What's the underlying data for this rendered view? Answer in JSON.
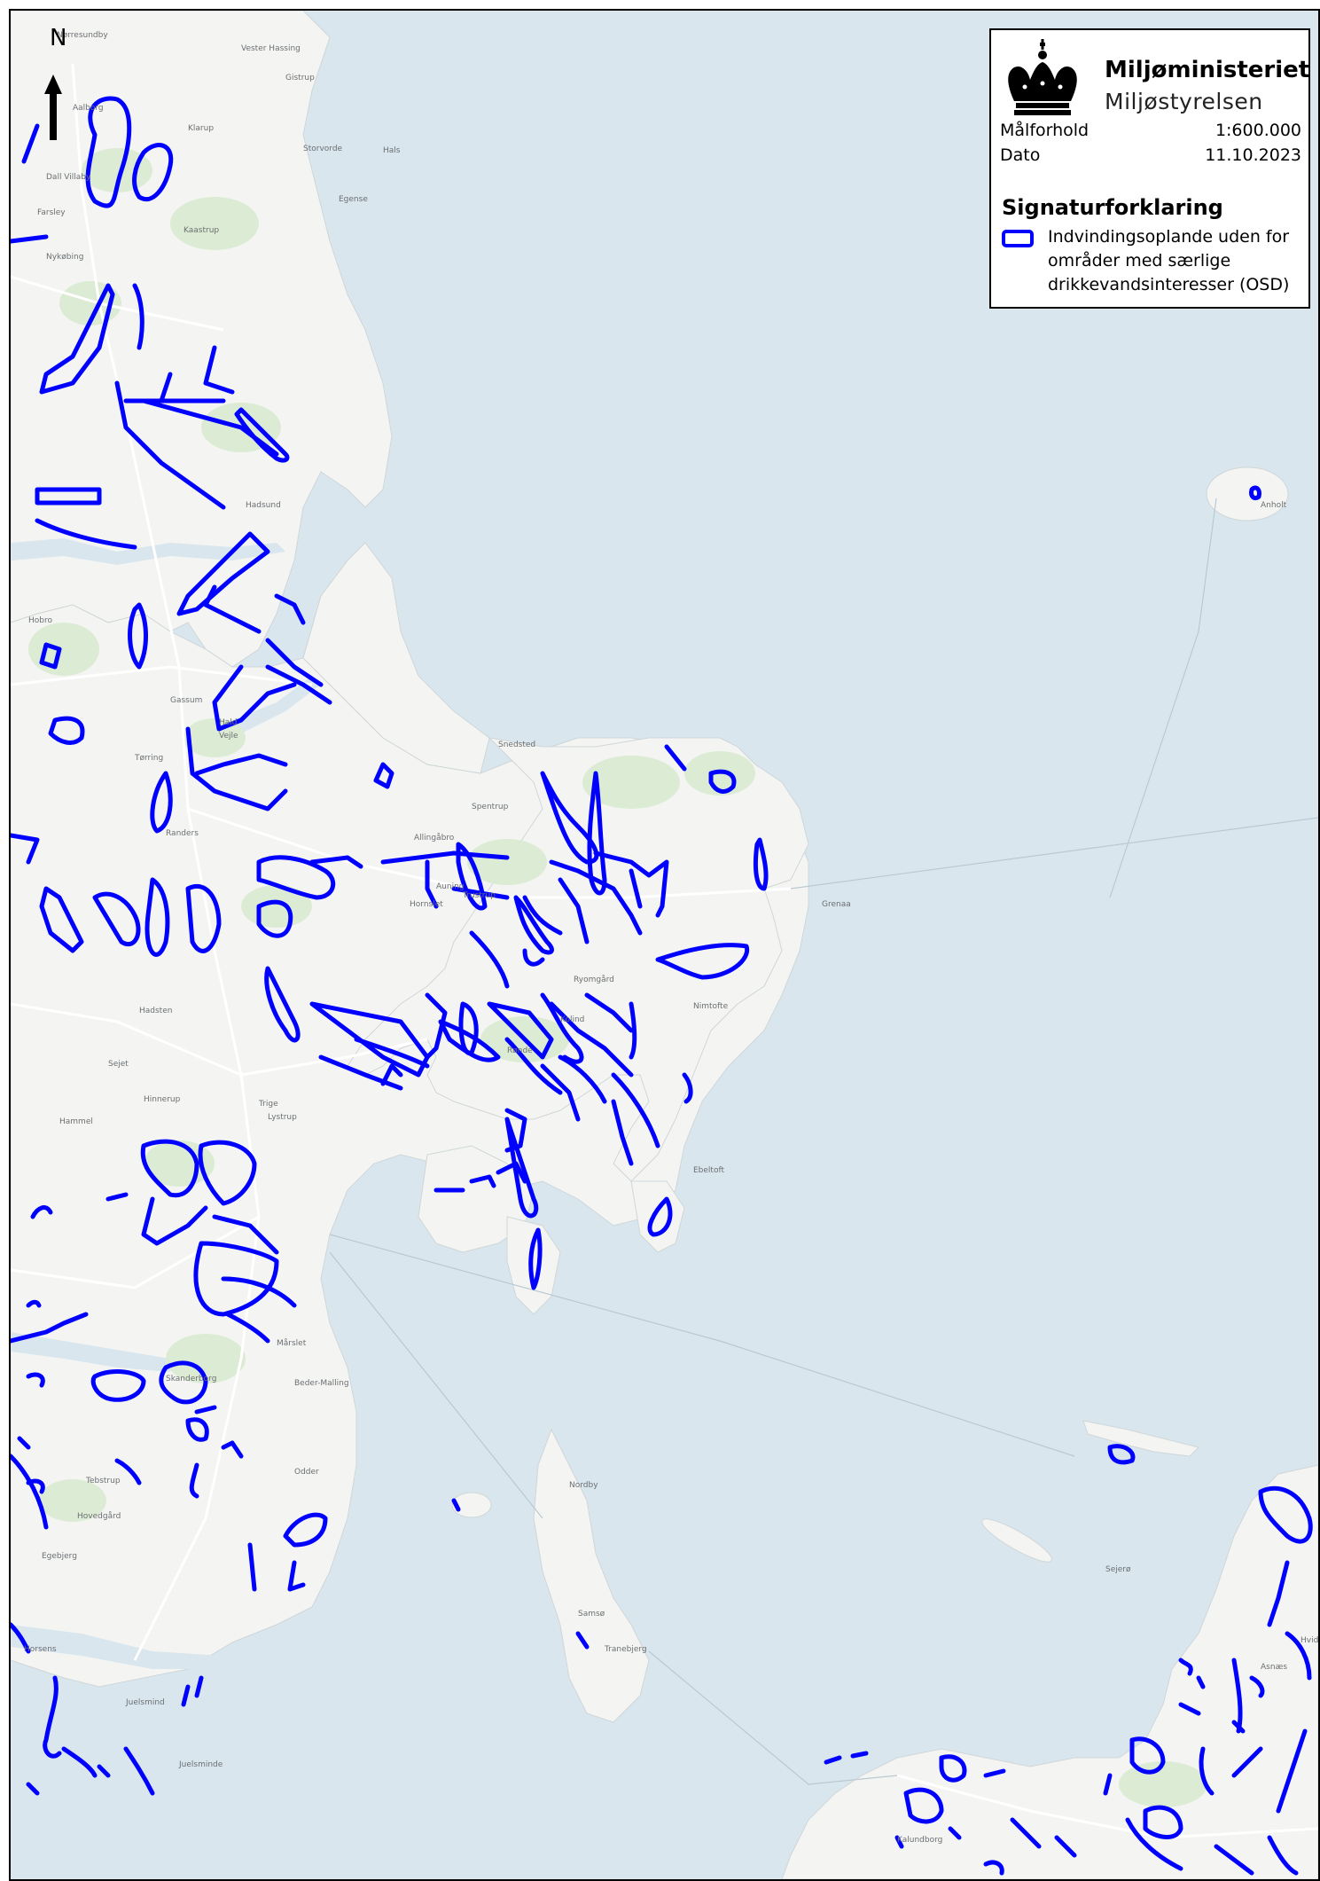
{
  "header": {
    "ministry": "Miljøministeriet",
    "agency": "Miljøstyrelsen",
    "scale_label": "Målforhold",
    "scale_value": "1:600.000",
    "date_label": "Dato",
    "date_value": "11.10.2023"
  },
  "legend": {
    "title": "Signaturforklaring",
    "item_label": "Indvindingsoplande uden for områder med særlige drikkevandsinteresser (OSD)",
    "item_color": "#0000ff"
  },
  "north_arrow": {
    "label": "N"
  },
  "colors": {
    "sea": "#d9e6ee",
    "land": "#f4f5f3",
    "forest": "#dcebd3",
    "road": "#ffffff",
    "catchment": "#0000ff"
  },
  "places": [
    "Nørresundby",
    "Aalborg",
    "Vester Hassing",
    "Klarup",
    "Gistrup",
    "Storvorde",
    "Dall Villaby",
    "Hals",
    "Farsley",
    "Kaastrup",
    "Egense",
    "Hobro",
    "Hadsund",
    "Randers",
    "Auning",
    "Grenaa",
    "Ebeltoft",
    "Rønde",
    "Hadsten",
    "Hinnerup",
    "Hammel",
    "Lystrup",
    "Trige",
    "Skanderborg",
    "Odder",
    "Beder-Malling",
    "Mårslet",
    "Horsens",
    "Juelsminde",
    "Samsø",
    "Tranebjerg",
    "Kalundborg",
    "Anholt",
    "Nordby",
    "Sejerø",
    "Asnæs",
    "Hvidebæk",
    "Hornslet",
    "Trustrup",
    "Kolind",
    "Ryomgård",
    "Nimtofte",
    "Allingåbro",
    "Spentrup",
    "Gassum",
    "Hald",
    "Vejle",
    "Tørring",
    "Sejet",
    "Tebstrup",
    "Hovedgård",
    "Egebjerg",
    "Juelsmind",
    "Snedsted",
    "Nykøbing"
  ]
}
